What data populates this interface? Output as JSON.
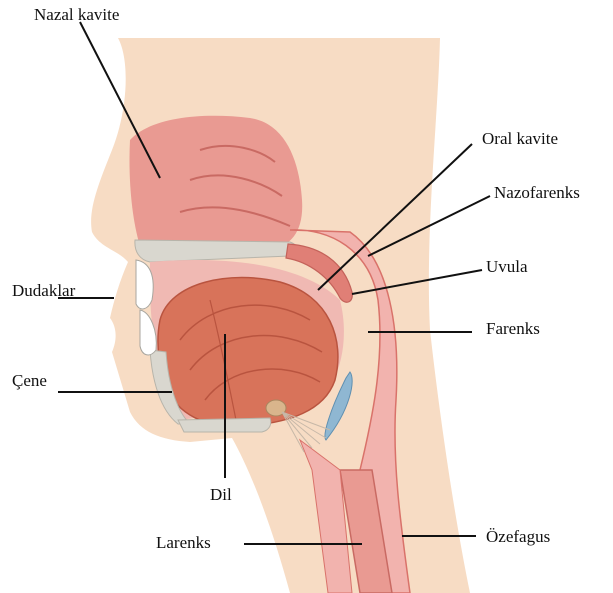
{
  "labels": {
    "nasal_cavity": "Nazal kavite",
    "oral_cavity": "Oral kavite",
    "nasopharynx": "Nazofarenks",
    "uvula": "Uvula",
    "lips": "Dudaklar",
    "pharynx": "Farenks",
    "chin": "Çene",
    "tongue": "Dil",
    "larynx": "Larenks",
    "esophagus": "Özefagus"
  },
  "colors": {
    "skin": "#f7dcc4",
    "tissue": "#e99a92",
    "tissue_dark": "#d9726a",
    "tongue": "#d8735a",
    "tongue_dark": "#b9543f",
    "bone": "#d9d7cf",
    "airway": "#f2b3ae",
    "cartilage": "#8fb7d2",
    "line": "#111111"
  }
}
